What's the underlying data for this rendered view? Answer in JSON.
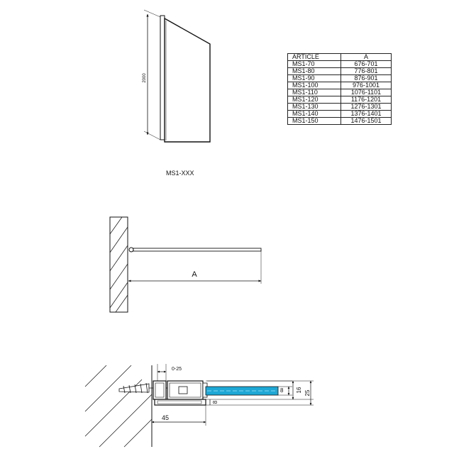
{
  "elevation": {
    "height_label": "2000",
    "model_label": "MS1-XXX"
  },
  "plan": {
    "dimension_label": "A"
  },
  "table": {
    "headers": [
      "ARTICLE",
      "A"
    ],
    "rows": [
      [
        "MS1-70",
        "676-701"
      ],
      [
        "MS1-80",
        "776-801"
      ],
      [
        "MS1-90",
        "876-901"
      ],
      [
        "MS1-100",
        "976-1001"
      ],
      [
        "MS1-110",
        "1076-1101"
      ],
      [
        "MS1-120",
        "1176-1201"
      ],
      [
        "MS1-130",
        "1276-1301"
      ],
      [
        "MS1-140",
        "1376-1401"
      ],
      [
        "MS1-150",
        "1476-1501"
      ]
    ]
  },
  "detail": {
    "adjust_label": "0-25",
    "width_label": "45",
    "dim_8_glass": "8",
    "dim_16": "16",
    "dim_25": "25",
    "dim_8_vertical": "8"
  },
  "colors": {
    "glass": "#1ea8d6",
    "line": "#111111"
  }
}
